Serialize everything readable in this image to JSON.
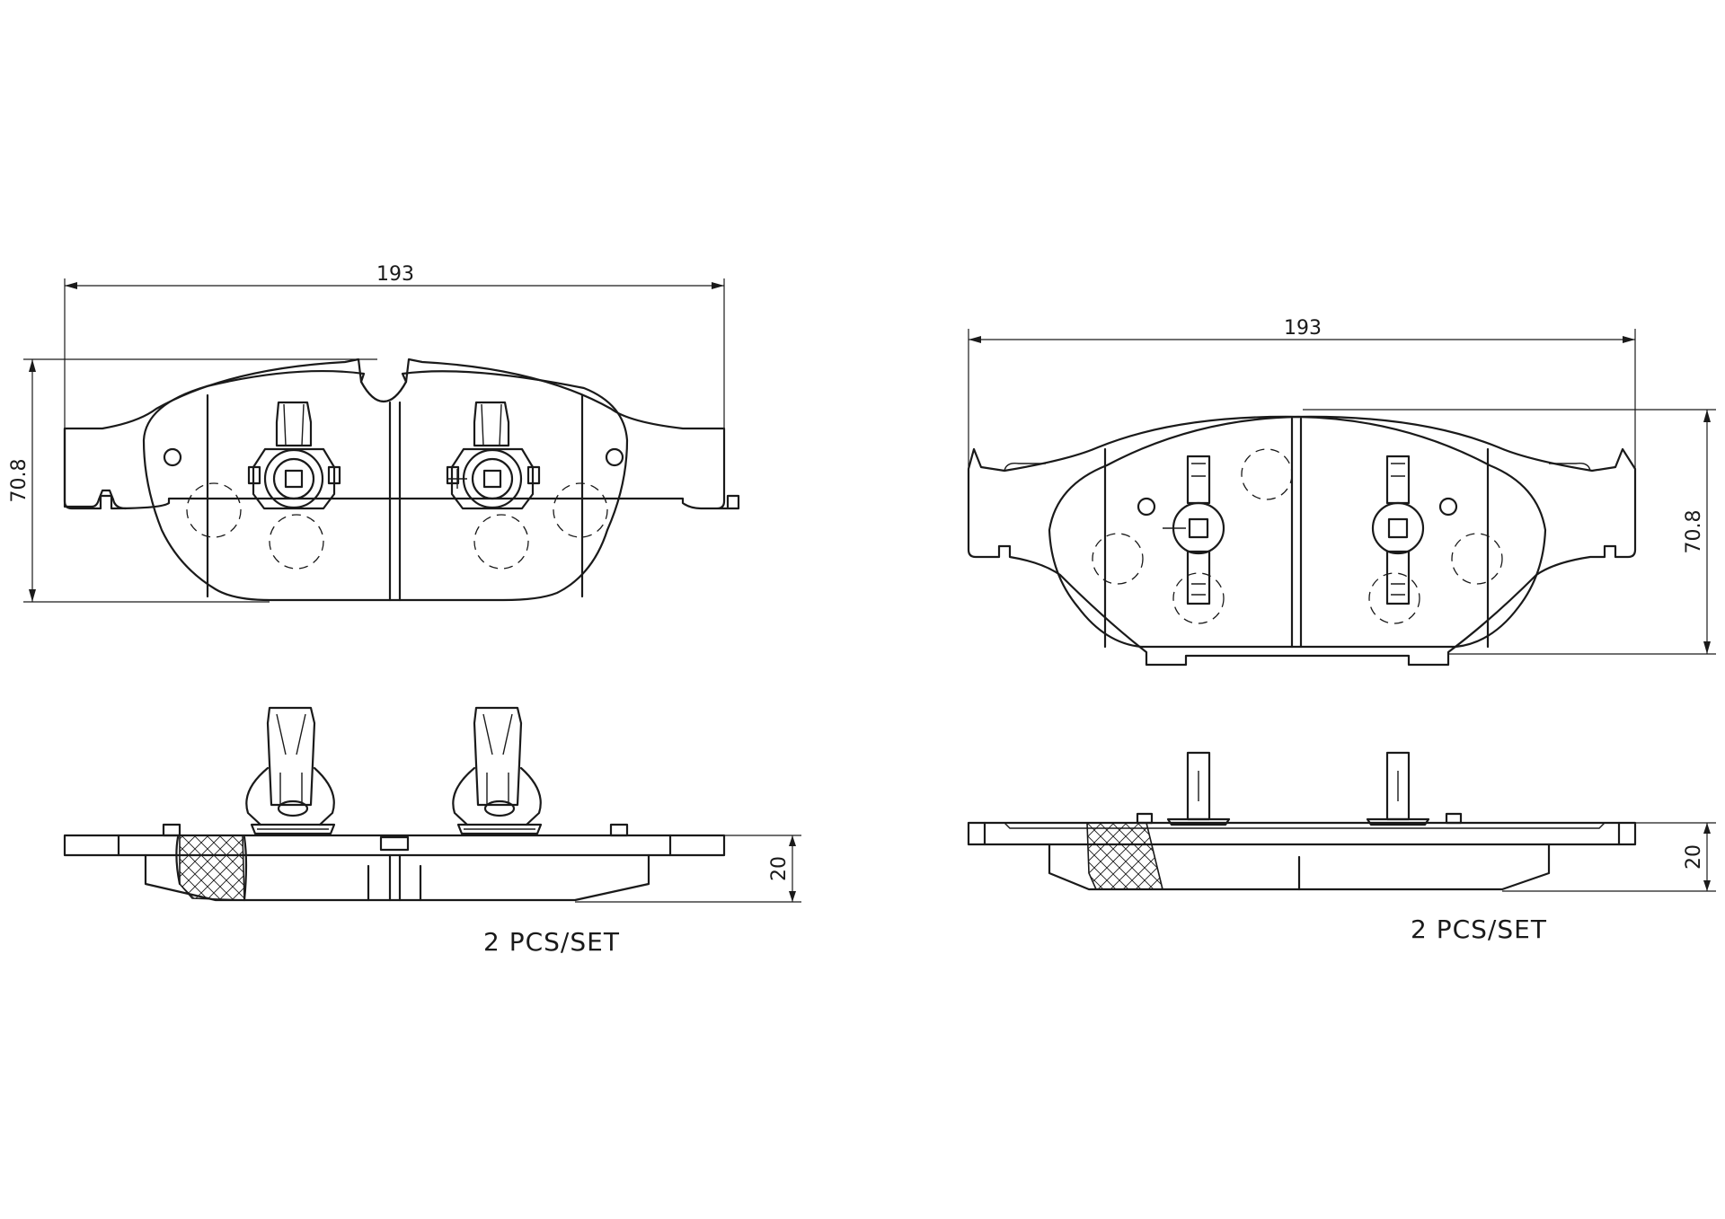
{
  "left_pad": {
    "width_label": "193",
    "height_label": "70.8",
    "thickness_label": "20",
    "pcs_label": "2   PCS/SET"
  },
  "right_pad": {
    "width_label": "193",
    "height_label": "70.8",
    "thickness_label": "20",
    "pcs_label": "2   PCS/SET"
  }
}
